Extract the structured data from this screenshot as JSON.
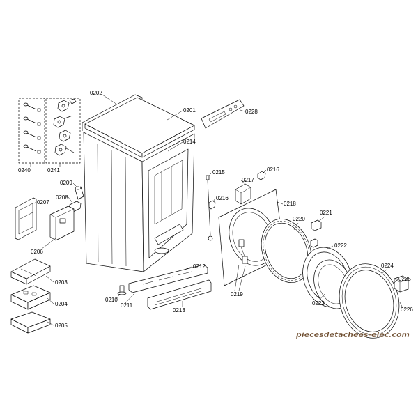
{
  "callouts": [
    "0202",
    "0201",
    "0228",
    "0214",
    "0240",
    "0241",
    "0215",
    "0216",
    "0217",
    "0216",
    "0218",
    "0209",
    "0208",
    "0207",
    "0206",
    "0220",
    "0221",
    "0203",
    "0204",
    "0205",
    "0212",
    "0210",
    "0211",
    "0213",
    "0219",
    "0222",
    "0223",
    "0224",
    "0225",
    "0226"
  ],
  "watermark": "piecesdetachees-elec.com",
  "colors": {
    "lines": "#000000",
    "watermark": "#6b4a2b",
    "background": "#ffffff"
  }
}
